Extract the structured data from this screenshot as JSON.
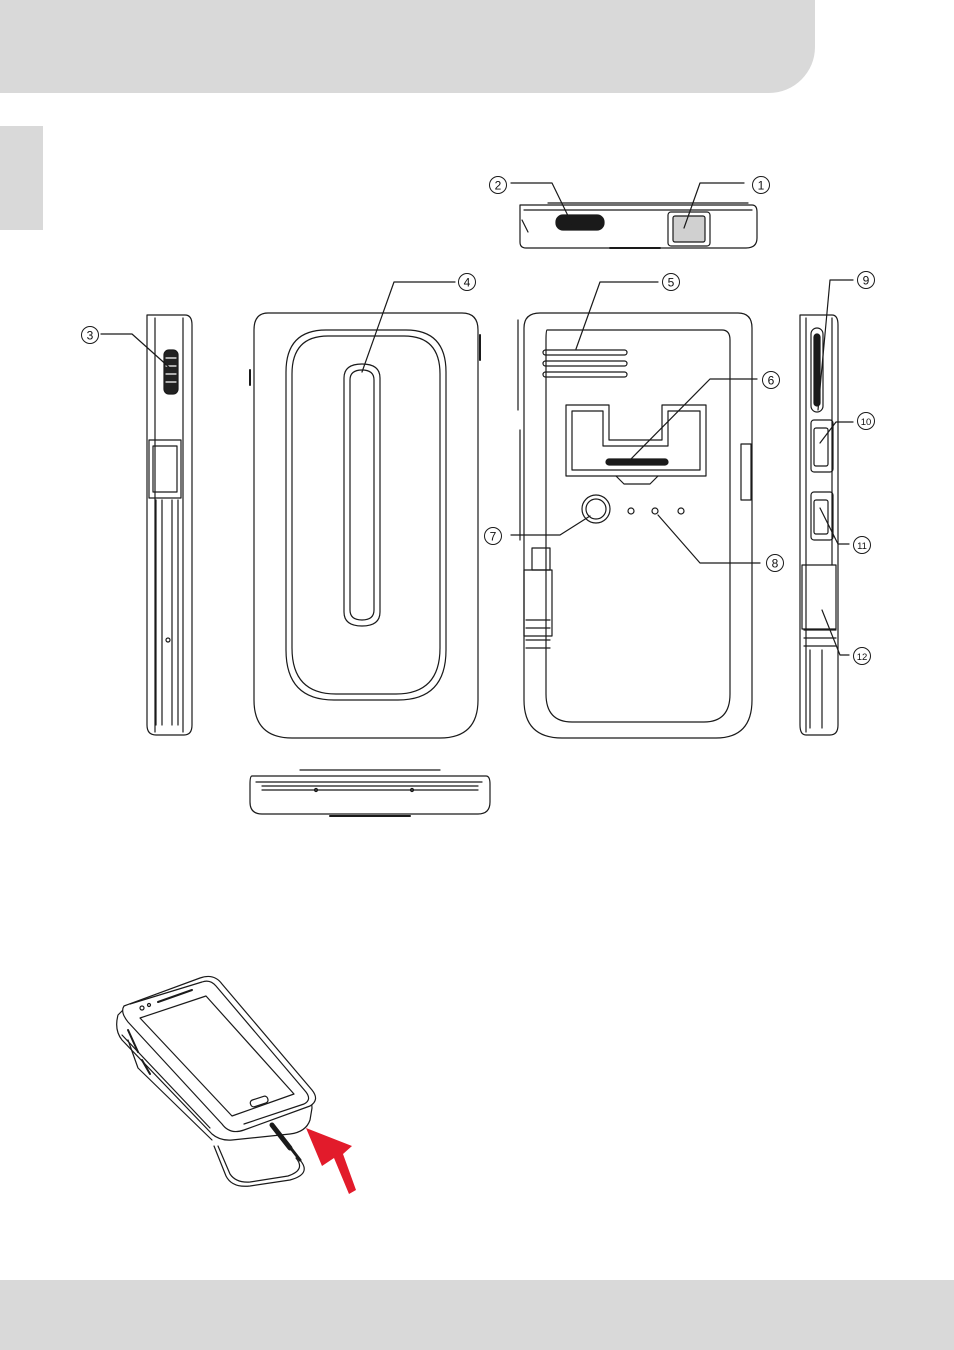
{
  "callouts": {
    "c1": "1",
    "c2": "2",
    "c3": "3",
    "c4": "4",
    "c5": "5",
    "c6": "6",
    "c7": "7",
    "c8": "8",
    "c9": "9",
    "c10": "10",
    "c11": "11",
    "c12": "12"
  },
  "colors": {
    "band_gray": "#d9d9d9",
    "line": "#1a1a1a",
    "arrow_red": "#e21b2b"
  }
}
